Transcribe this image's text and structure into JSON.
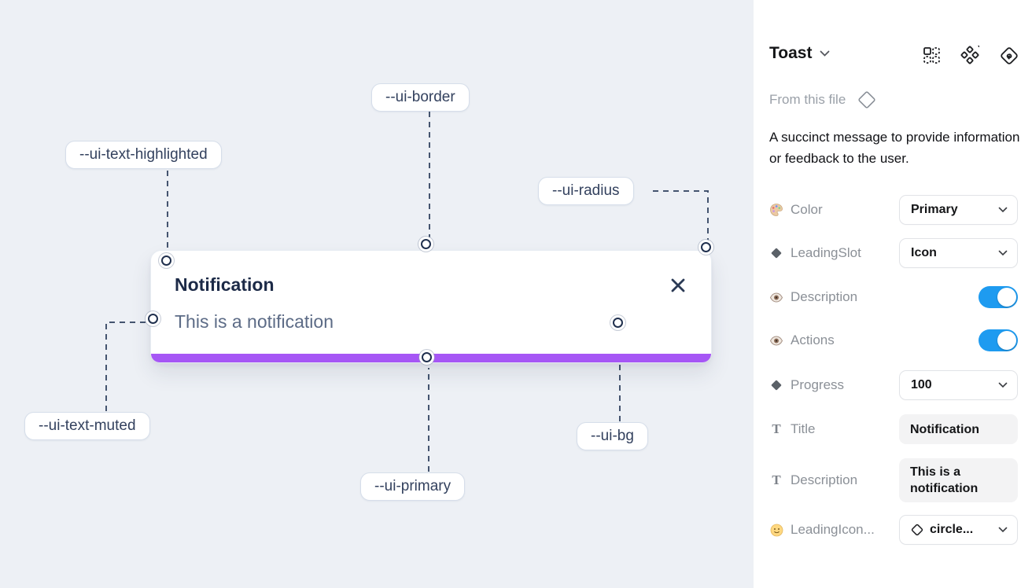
{
  "canvas": {
    "labels": {
      "border": "--ui-border",
      "text_highlighted": "--ui-text-highlighted",
      "radius": "--ui-radius",
      "text_muted": "--ui-text-muted",
      "primary": "--ui-primary",
      "bg": "--ui-bg"
    },
    "toast": {
      "title": "Notification",
      "description": "This is a notification"
    }
  },
  "panel": {
    "title": "Toast",
    "source": "From this file",
    "description": "A succinct message to provide information or feedback to the user.",
    "properties": [
      {
        "icon": "palette",
        "label": "Color",
        "type": "select",
        "value": "Primary"
      },
      {
        "icon": "diamond",
        "label": "LeadingSlot",
        "type": "select",
        "value": "Icon"
      },
      {
        "icon": "eye",
        "label": "Description",
        "type": "toggle",
        "state": "on"
      },
      {
        "icon": "eye",
        "label": "Actions",
        "type": "toggle",
        "state": "on"
      },
      {
        "icon": "diamond",
        "label": "Progress",
        "type": "select",
        "value": "100"
      },
      {
        "icon": "text",
        "label": "Title",
        "type": "text",
        "value": "Notification"
      },
      {
        "icon": "text",
        "label": "Description",
        "type": "text",
        "value": "This is a notification"
      },
      {
        "icon": "smiley",
        "label": "LeadingIcon...",
        "type": "select",
        "value": "circle..."
      }
    ]
  },
  "colors": {
    "canvas_bg": "#edf0f5",
    "toggle_blue": "#1e9bf0",
    "progress_purple": "#a656f5",
    "toast_title": "#1c2a47",
    "toast_muted": "#5c6b86",
    "annotation_text": "#33415e"
  }
}
